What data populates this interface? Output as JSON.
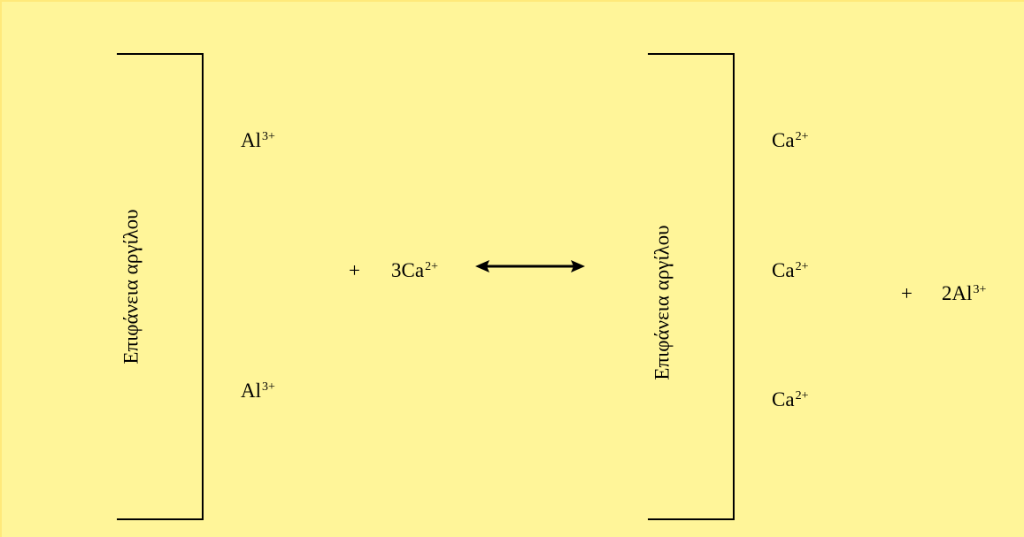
{
  "colors": {
    "background": "#FFF599",
    "border": "#FFE97A",
    "ink": "#000000"
  },
  "left_surface": {
    "label": "Επιφάνεια αργίλου",
    "ions": [
      {
        "symbol": "Al",
        "charge": "3+"
      },
      {
        "symbol": "Al",
        "charge": "3+"
      }
    ]
  },
  "reactant": {
    "plus": "+",
    "symbol": "3Ca",
    "charge": "2+"
  },
  "arrow": {
    "icon": "double-headed-arrow-icon"
  },
  "right_surface": {
    "label": "Επιφάνεια αργίλου",
    "ions": [
      {
        "symbol": "Ca",
        "charge": "2+"
      },
      {
        "symbol": "Ca",
        "charge": "2+"
      },
      {
        "symbol": "Ca",
        "charge": "2+"
      }
    ]
  },
  "product": {
    "plus": "+",
    "symbol": "2Al",
    "charge": "3+"
  }
}
